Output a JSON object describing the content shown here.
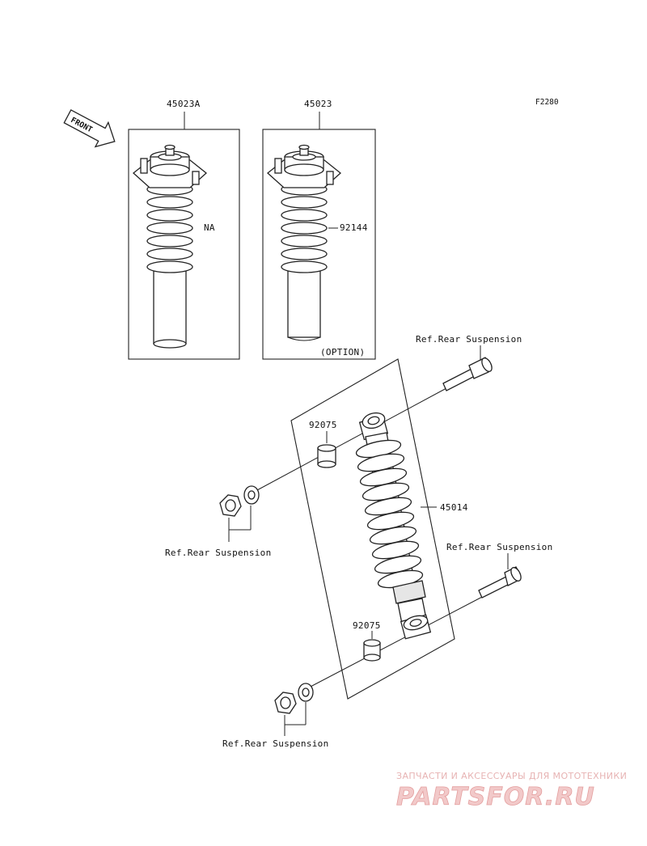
{
  "diagram_code": "F2280",
  "front_label": "FRONT",
  "parts": {
    "shock_a": "45023A",
    "shock_b": "45023",
    "spring_na": "NA",
    "spring_option_part": "92144",
    "option_note": "(OPTION)",
    "rear_shock": "45014",
    "collar_upper": "92075",
    "collar_lower": "92075"
  },
  "references": {
    "upper_bolt": "Ref.Rear Suspension",
    "upper_nut": "Ref.Rear Suspension",
    "lower_bolt": "Ref.Rear Suspension",
    "lower_nut": "Ref.Rear Suspension"
  },
  "watermark": {
    "tagline": "ЗАПЧАСТИ И АКСЕССУАРЫ ДЛЯ МОТОТЕХНИКИ",
    "brand": "PARTSFOR.RU"
  }
}
